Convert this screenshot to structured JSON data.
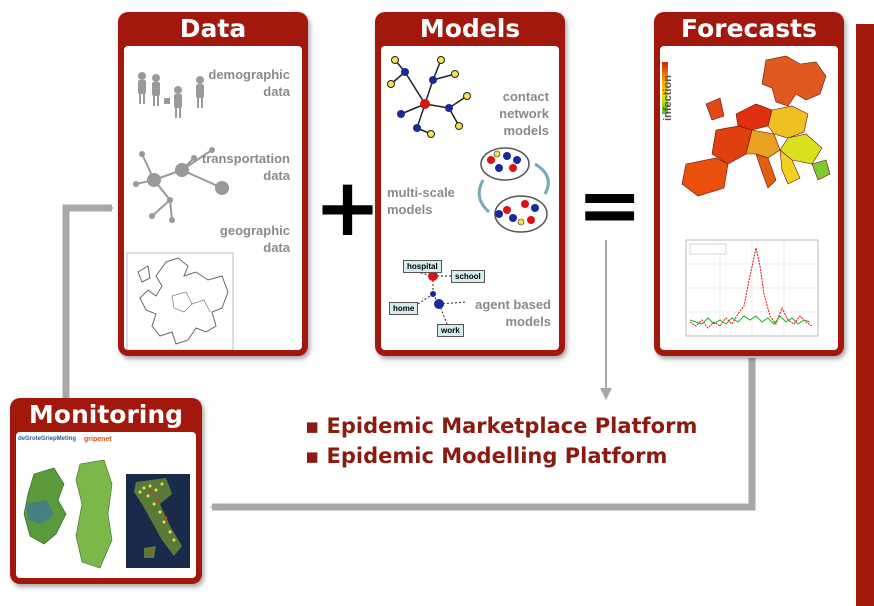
{
  "panels": {
    "data": {
      "title": "Data",
      "items": [
        {
          "label_line1": "demographic",
          "label_line2": "data",
          "icon": "people-icon"
        },
        {
          "label_line1": "transportation",
          "label_line2": "data",
          "icon": "network-icon"
        },
        {
          "label_line1": "geographic",
          "label_line2": "data",
          "icon": "map-outline-icon"
        }
      ]
    },
    "models": {
      "title": "Models",
      "contact": {
        "line1": "contact",
        "line2": "network",
        "line3": "models"
      },
      "multiscale": {
        "line1": "multi-scale",
        "line2": "models"
      },
      "agent": {
        "line1": "agent based",
        "line2": "models"
      },
      "agent_nodes": [
        "hospital",
        "school",
        "home",
        "work"
      ]
    },
    "forecasts": {
      "title": "Forecasts",
      "legend_label": "infection"
    },
    "monitoring": {
      "title": "Monitoring",
      "logo1": "deGroteGriepMeting",
      "logo2": "gripenet"
    }
  },
  "operators": {
    "plus": "+",
    "equals": "="
  },
  "platforms": [
    "Epidemic Marketplace Platform",
    "Epidemic Modelling Platform"
  ],
  "bullet": "▪",
  "colors": {
    "panel_red": "#a3180d",
    "platform_text": "#8b1a10",
    "arrow_gray": "#a8a8a8",
    "right_bar": "#a3180d"
  }
}
